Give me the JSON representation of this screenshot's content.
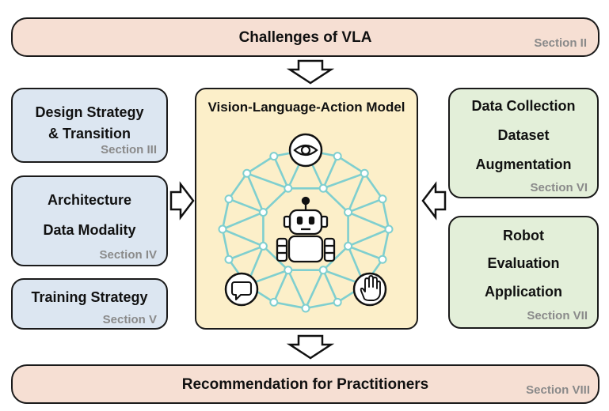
{
  "top_bar": {
    "title": "Challenges of VLA",
    "section": "Section II"
  },
  "bottom_bar": {
    "title": "Recommendation for Practitioners",
    "section": "Section VIII"
  },
  "left_boxes": [
    {
      "lines": [
        "Design Strategy",
        "& Transition"
      ],
      "section": "Section III"
    },
    {
      "lines": [
        "Architecture",
        "Data Modality"
      ],
      "section": "Section IV"
    },
    {
      "lines": [
        "Training Strategy"
      ],
      "section": "Section V"
    }
  ],
  "right_boxes": [
    {
      "lines": [
        "Data Collection",
        "Dataset",
        "Augmentation"
      ],
      "section": "Section VI"
    },
    {
      "lines": [
        "Robot",
        "Evaluation",
        "Application"
      ],
      "section": "Section VII"
    }
  ],
  "center": {
    "title": "Vision-Language-Action Model"
  },
  "icons": [
    "eye-icon",
    "robot-icon",
    "chat-bubble-icon",
    "hand-icon"
  ],
  "colors": {
    "bar_fill": "#f6dfd3",
    "left_fill": "#dce6f1",
    "right_fill": "#e3efd9",
    "center_fill": "#fcefc9",
    "network": "#7fcfcf",
    "section_text": "#8a8a8a"
  }
}
